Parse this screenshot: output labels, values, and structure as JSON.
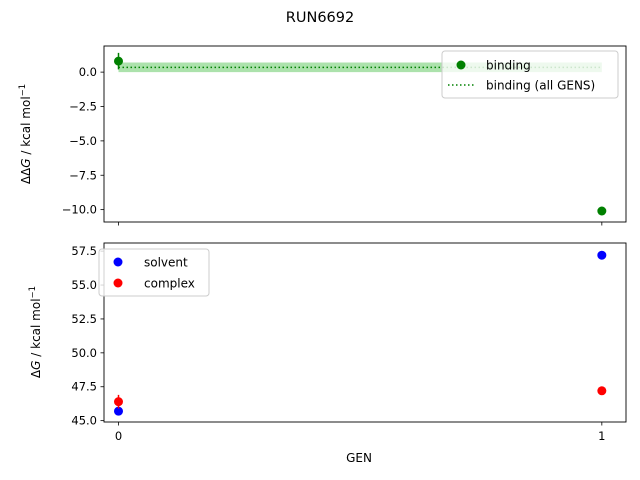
{
  "figure": {
    "title": "RUN6692",
    "xlabel": "GEN"
  },
  "colors": {
    "binding": "#008000",
    "binding_band": "#90d890",
    "solvent": "#0000ff",
    "complex": "#ff0000",
    "axes": "#000000"
  },
  "chart_data": [
    {
      "type": "scatter",
      "ylabel_pre": "ΔΔ",
      "ylabel_var": "G",
      "ylabel_post": " / kcal mol",
      "ylabel_sup": "−1",
      "xlim": [
        -0.03,
        1.05
      ],
      "ylim": [
        -10.9,
        1.9
      ],
      "xticks": [
        0,
        1
      ],
      "yticks": [
        0.0,
        -2.5,
        -5.0,
        -7.5,
        -10.0
      ],
      "ytick_labels": [
        "0.0",
        "−2.5",
        "−5.0",
        "−7.5",
        "−10.0"
      ],
      "grid": false,
      "legend_loc": "upper right",
      "series": [
        {
          "name": "binding",
          "kind": "points",
          "x": [
            0,
            1
          ],
          "y": [
            0.8,
            -10.1
          ],
          "yerr": [
            0.6,
            0.3
          ],
          "color": "#008000"
        },
        {
          "name": "binding (all GENS)",
          "kind": "hline",
          "x": [
            0,
            1
          ],
          "y": 0.35,
          "band": [
            0.0,
            0.7
          ],
          "color": "#008000"
        }
      ]
    },
    {
      "type": "scatter",
      "ylabel_pre": "Δ",
      "ylabel_var": "G",
      "ylabel_post": " / kcal mol",
      "ylabel_sup": "−1",
      "xlim": [
        -0.03,
        1.05
      ],
      "ylim": [
        44.9,
        58.1
      ],
      "xticks": [
        0,
        1
      ],
      "xtick_labels": [
        "0",
        "1"
      ],
      "yticks": [
        45.0,
        47.5,
        50.0,
        52.5,
        55.0,
        57.5
      ],
      "ytick_labels": [
        "45.0",
        "47.5",
        "50.0",
        "52.5",
        "55.0",
        "57.5"
      ],
      "grid": false,
      "legend_loc": "upper left",
      "series": [
        {
          "name": "solvent",
          "kind": "points",
          "x": [
            0,
            1
          ],
          "y": [
            45.7,
            57.2
          ],
          "yerr": [
            0.1,
            0.1
          ],
          "color": "#0000ff"
        },
        {
          "name": "complex",
          "kind": "points",
          "x": [
            0,
            1
          ],
          "y": [
            46.4,
            47.2
          ],
          "yerr": [
            0.5,
            0.3
          ],
          "color": "#ff0000"
        }
      ]
    }
  ]
}
